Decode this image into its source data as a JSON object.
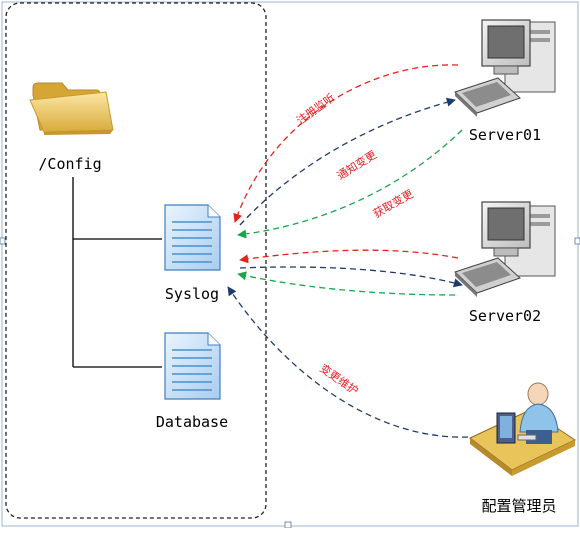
{
  "nodes": {
    "config": "/Config",
    "syslog": "Syslog",
    "database": "Database",
    "server01": "Server01",
    "server02": "Server02",
    "admin": "配置管理员"
  },
  "edge_labels": {
    "register_listen": "注册监听",
    "notify_change": "通知变更",
    "fetch_change": "获取变更",
    "change_maintain": "变更维护"
  },
  "colors": {
    "red": "#e8221a",
    "navy": "#1f3a6e",
    "green": "#1aa64a",
    "label_red": "#e02020",
    "tree_line": "#000000",
    "folder": "#f2cf6b",
    "doc": "#c9e2f5",
    "doc_border": "#3f7fbf"
  },
  "icons": [
    "folder-icon",
    "document-icon",
    "computer-icon",
    "administrator-icon"
  ]
}
